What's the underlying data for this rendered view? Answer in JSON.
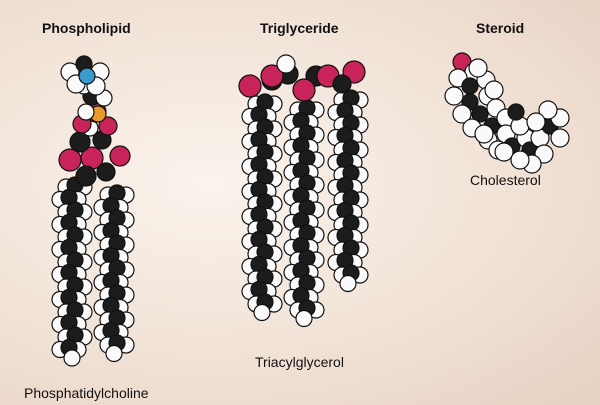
{
  "molecules": [
    {
      "key": "phospholipid",
      "title": "Phospholipid",
      "name": "Phosphatidylcholine"
    },
    {
      "key": "triglyceride",
      "title": "Triglyceride",
      "name": "Triacylglycerol"
    },
    {
      "key": "steroid",
      "title": "Steroid",
      "name": "Cholesterol"
    }
  ],
  "colors": {
    "carbon": "#1c1c1c",
    "hydrogen": "#fafafa",
    "oxygen": "#c8245a",
    "phosphorus": "#e89a2c",
    "nitrogen": "#3a9ad0",
    "background": "#f3e6da"
  }
}
